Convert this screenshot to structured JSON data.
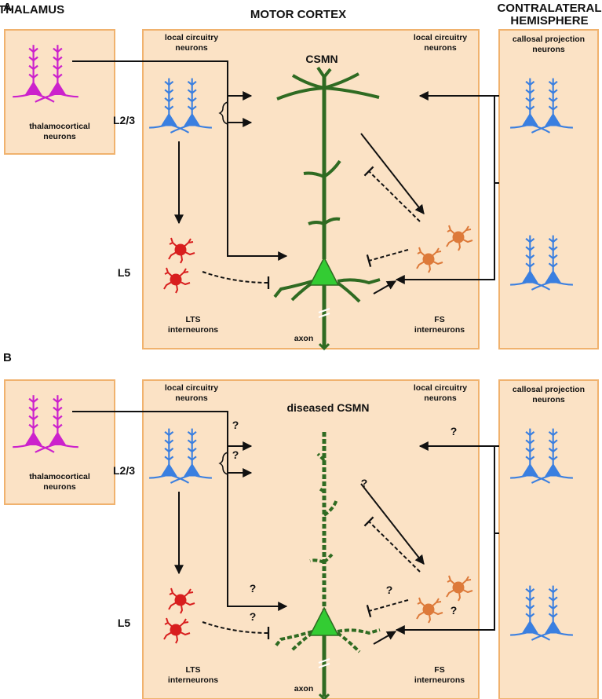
{
  "colors": {
    "box_fill": "#fbe2c5",
    "box_border": "#f0b26e",
    "thalamocortical": "#cc22cc",
    "local_circuitry": "#3a7fe0",
    "callosal": "#3a7fe0",
    "lts": "#d81e1e",
    "fs": "#dd7a3a",
    "csmn_dendrite": "#2f6b22",
    "csmn_soma": "#33cc33"
  },
  "icons": [
    "pyramidal-neuron-icon",
    "interneuron-icon",
    "excitatory-arrow-icon",
    "inhibitory-bar-icon"
  ],
  "headers": {
    "thalamus": "THALAMUS",
    "motor_cortex": "MOTOR CORTEX",
    "contralateral_1": "CONTRALATERAL",
    "contralateral_2": "HEMISPHERE"
  },
  "panels": [
    {
      "letter": "A",
      "csmn_title": "CSMN",
      "local_left_1": "local circuitry",
      "local_left_2": "neurons",
      "local_right_1": "local circuitry",
      "local_right_2": "neurons",
      "callosal_1": "callosal projection",
      "callosal_2": "neurons",
      "thalamo_1": "thalamocortical",
      "thalamo_2": "neurons",
      "layer_23": "L2/3",
      "layer_5": "L5",
      "lts_1": "LTS",
      "lts_2": "interneurons",
      "fs_1": "FS",
      "fs_2": "interneurons",
      "axon": "axon",
      "unknown": []
    },
    {
      "letter": "B",
      "csmn_title": "diseased CSMN",
      "local_left_1": "local circuitry",
      "local_left_2": "neurons",
      "local_right_1": "local circuitry",
      "local_right_2": "neurons",
      "callosal_1": "callosal projection",
      "callosal_2": "neurons",
      "thalamo_1": "thalamocortical",
      "thalamo_2": "neurons",
      "layer_23": "L2/3",
      "layer_5": "L5",
      "lts_1": "LTS",
      "lts_2": "interneurons",
      "fs_1": "FS",
      "fs_2": "interneurons",
      "axon": "axon",
      "unknown": [
        "?",
        "?",
        "?",
        "?",
        "?",
        "?",
        "?",
        "?"
      ]
    }
  ]
}
